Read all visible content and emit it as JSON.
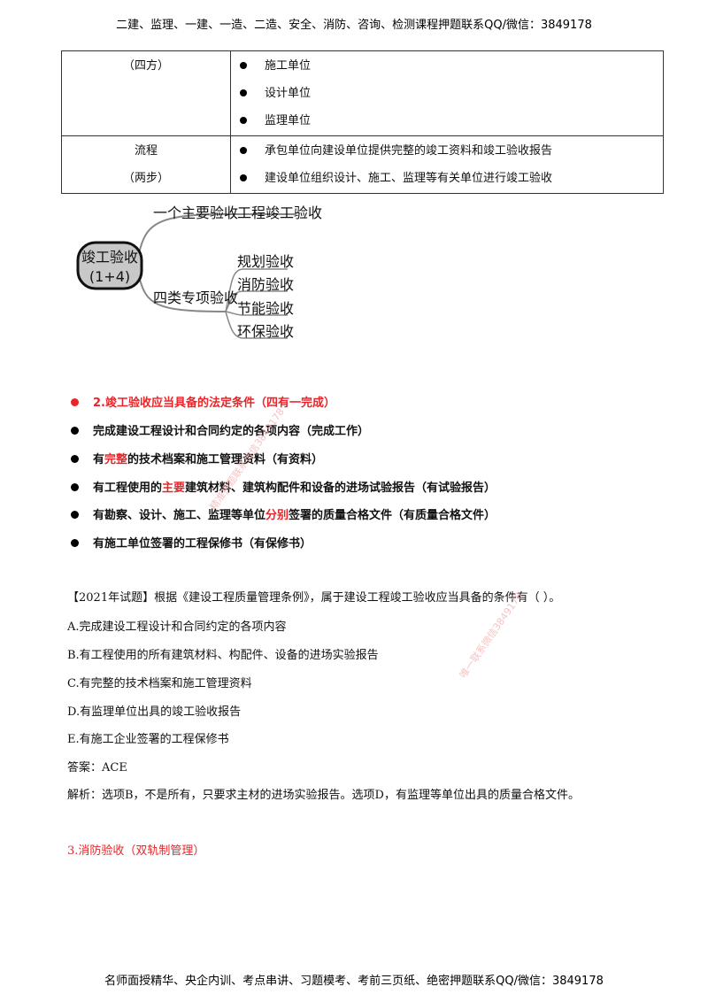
{
  "header": {
    "text": "二建、监理、一建、一造、二造、安全、消防、咨询、检测课程押题联系QQ/微信：3849178"
  },
  "table": {
    "rows": [
      {
        "left": [
          "（四方）"
        ],
        "items": [
          "施工单位",
          "设计单位",
          "监理单位"
        ]
      },
      {
        "left": [
          "流程",
          "（两步）"
        ],
        "items": [
          "承包单位向建设单位提供完整的竣工资料和竣工验收报告",
          "建设单位组织设计、施工、监理等有关单位进行竣工验收"
        ]
      }
    ]
  },
  "mindmap": {
    "root_line1": "竣工验收",
    "root_line2": "(1+4)",
    "branch1": "一个主要验收",
    "branch1_leaf": "工程竣工验收",
    "branch2": "四类专项验收",
    "branch2_leaves": [
      "规划验收",
      "消防验收",
      "节能验收",
      "环保验收"
    ]
  },
  "section2": {
    "title": "2.竣工验收应当具备的法定条件（四有一完成）",
    "item1": "完成建设工程设计和合同约定的各项内容（完成工作）",
    "item2_a": "有",
    "item2_b": "完整",
    "item2_c": "的技术档案和施工管理资料（有资料）",
    "item3_a": "有工程使用的",
    "item3_b": "主要",
    "item3_c": "建筑材料、建筑构配件和设备的进场试验报告（有试验报告）",
    "item4_a": "有勘察、设计、施工、监理等单位",
    "item4_b": "分别",
    "item4_c": "签署的质量合格文件（有质量合格文件）",
    "item5": "有施工单位签署的工程保修书（有保修书）"
  },
  "question": {
    "stem": "【2021年试题】根据《建设工程质量管理条例》，属于建设工程竣工验收应当具备的条件有（    ）。",
    "option_a": "A.完成建设工程设计和合同约定的各项内容",
    "option_b": "B.有工程使用的所有建筑材料、构配件、设备的进场实验报告",
    "option_c": "C.有完整的技术档案和施工管理资料",
    "option_d": "D.有监理单位出具的竣工验收报告",
    "option_e": "E.有施工企业签署的工程保修书",
    "answer": "答案：ACE",
    "analysis": "解析：选项B，不是所有，只要求主材的进场实验报告。选项D，有监理等单位出具的质量合格文件。"
  },
  "section3": {
    "title": "3.消防验收（双轨制管理）"
  },
  "watermarks": [
    "精准押题联系微信3849178",
    "唯一联系微信3849178"
  ],
  "footer": {
    "text": "名师面授精华、央企内训、考点串讲、习题模考、考前三页纸、绝密押题联系QQ/微信：3849178"
  },
  "colors": {
    "accent_red": "#e8262a",
    "root_fill": "#c8c8c8"
  }
}
